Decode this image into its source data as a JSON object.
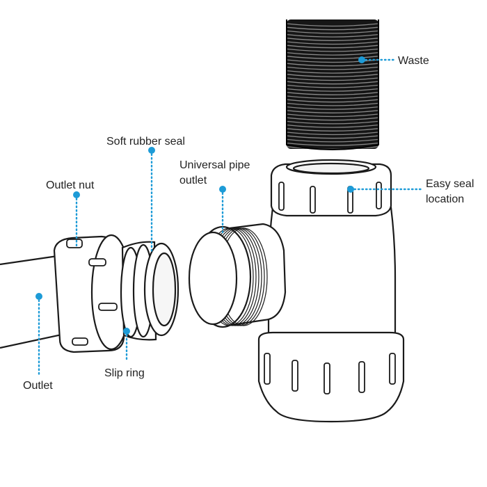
{
  "diagram": {
    "accent_color": "#1d9bd7",
    "outline_color": "#1a1a1a",
    "labels": {
      "waste": "Waste",
      "soft_rubber_seal": "Soft rubber seal",
      "universal_pipe_outlet_line1": "Universal pipe",
      "universal_pipe_outlet_line2": "outlet",
      "outlet_nut": "Outlet nut",
      "easy_seal_location_line1": "Easy seal",
      "easy_seal_location_line2": "location",
      "outlet": "Outlet",
      "slip_ring": "Slip ring"
    }
  }
}
